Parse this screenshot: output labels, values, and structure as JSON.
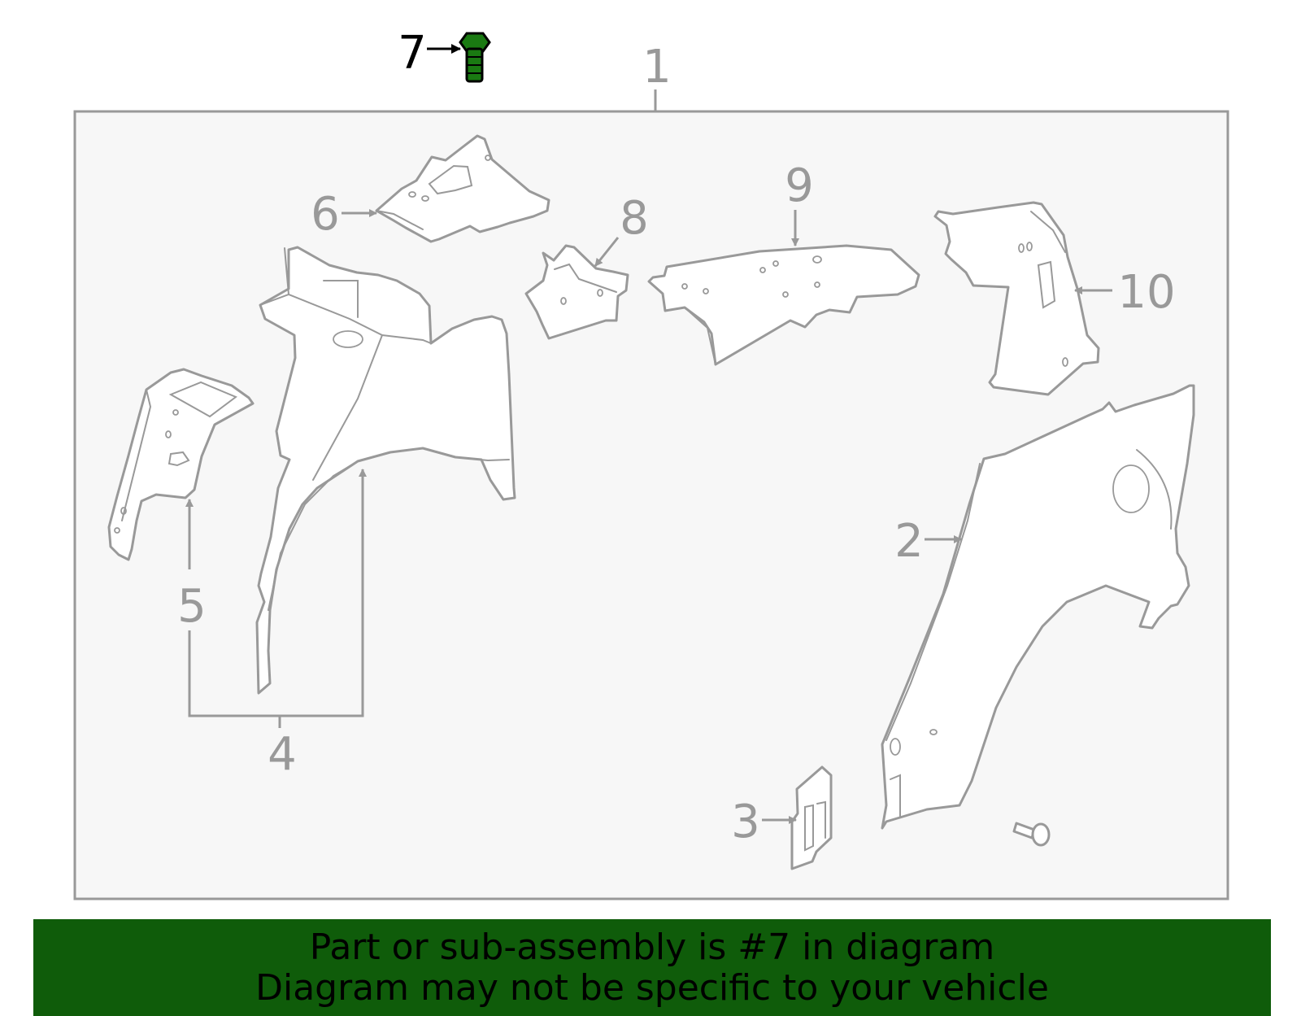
{
  "callouts": {
    "c1": "1",
    "c2": "2",
    "c3": "3",
    "c4": "4",
    "c5": "5",
    "c6": "6",
    "c7": "7",
    "c8": "8",
    "c9": "9",
    "c10": "10"
  },
  "highlighted_part": "7",
  "colors": {
    "highlight": "#1a7a12",
    "banner_bg": "#0f5c0a",
    "line": "#999999",
    "frame_bg": "#f7f7f7"
  },
  "banner": {
    "line1": "Part or sub-assembly is #7 in diagram",
    "line2": "Diagram may not be specific to your vehicle"
  }
}
